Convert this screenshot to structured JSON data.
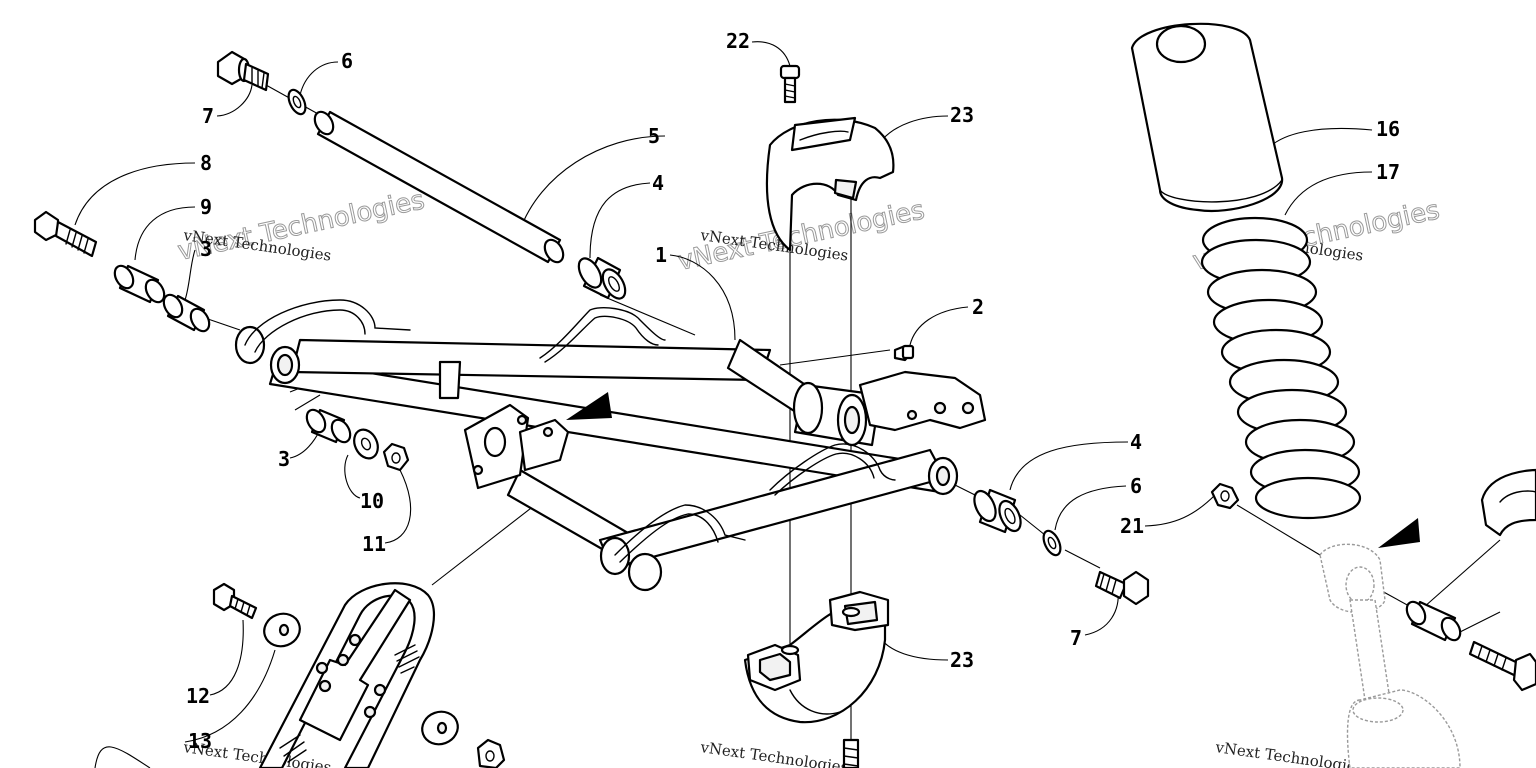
{
  "diagram": {
    "callouts": {
      "c1": "1",
      "c2": "2",
      "c3a": "3",
      "c3b": "3",
      "c4a": "4",
      "c4b": "4",
      "c5": "5",
      "c6a": "6",
      "c6b": "6",
      "c7a": "7",
      "c7b": "7",
      "c8": "8",
      "c9": "9",
      "c10": "10",
      "c11": "11",
      "c12": "12",
      "c13": "13",
      "c16": "16",
      "c17": "17",
      "c21": "21",
      "c22": "22",
      "c23a": "23",
      "c23b": "23"
    },
    "watermark": {
      "line1": "vNext Technologies",
      "line2": "vNext Technologies"
    }
  }
}
